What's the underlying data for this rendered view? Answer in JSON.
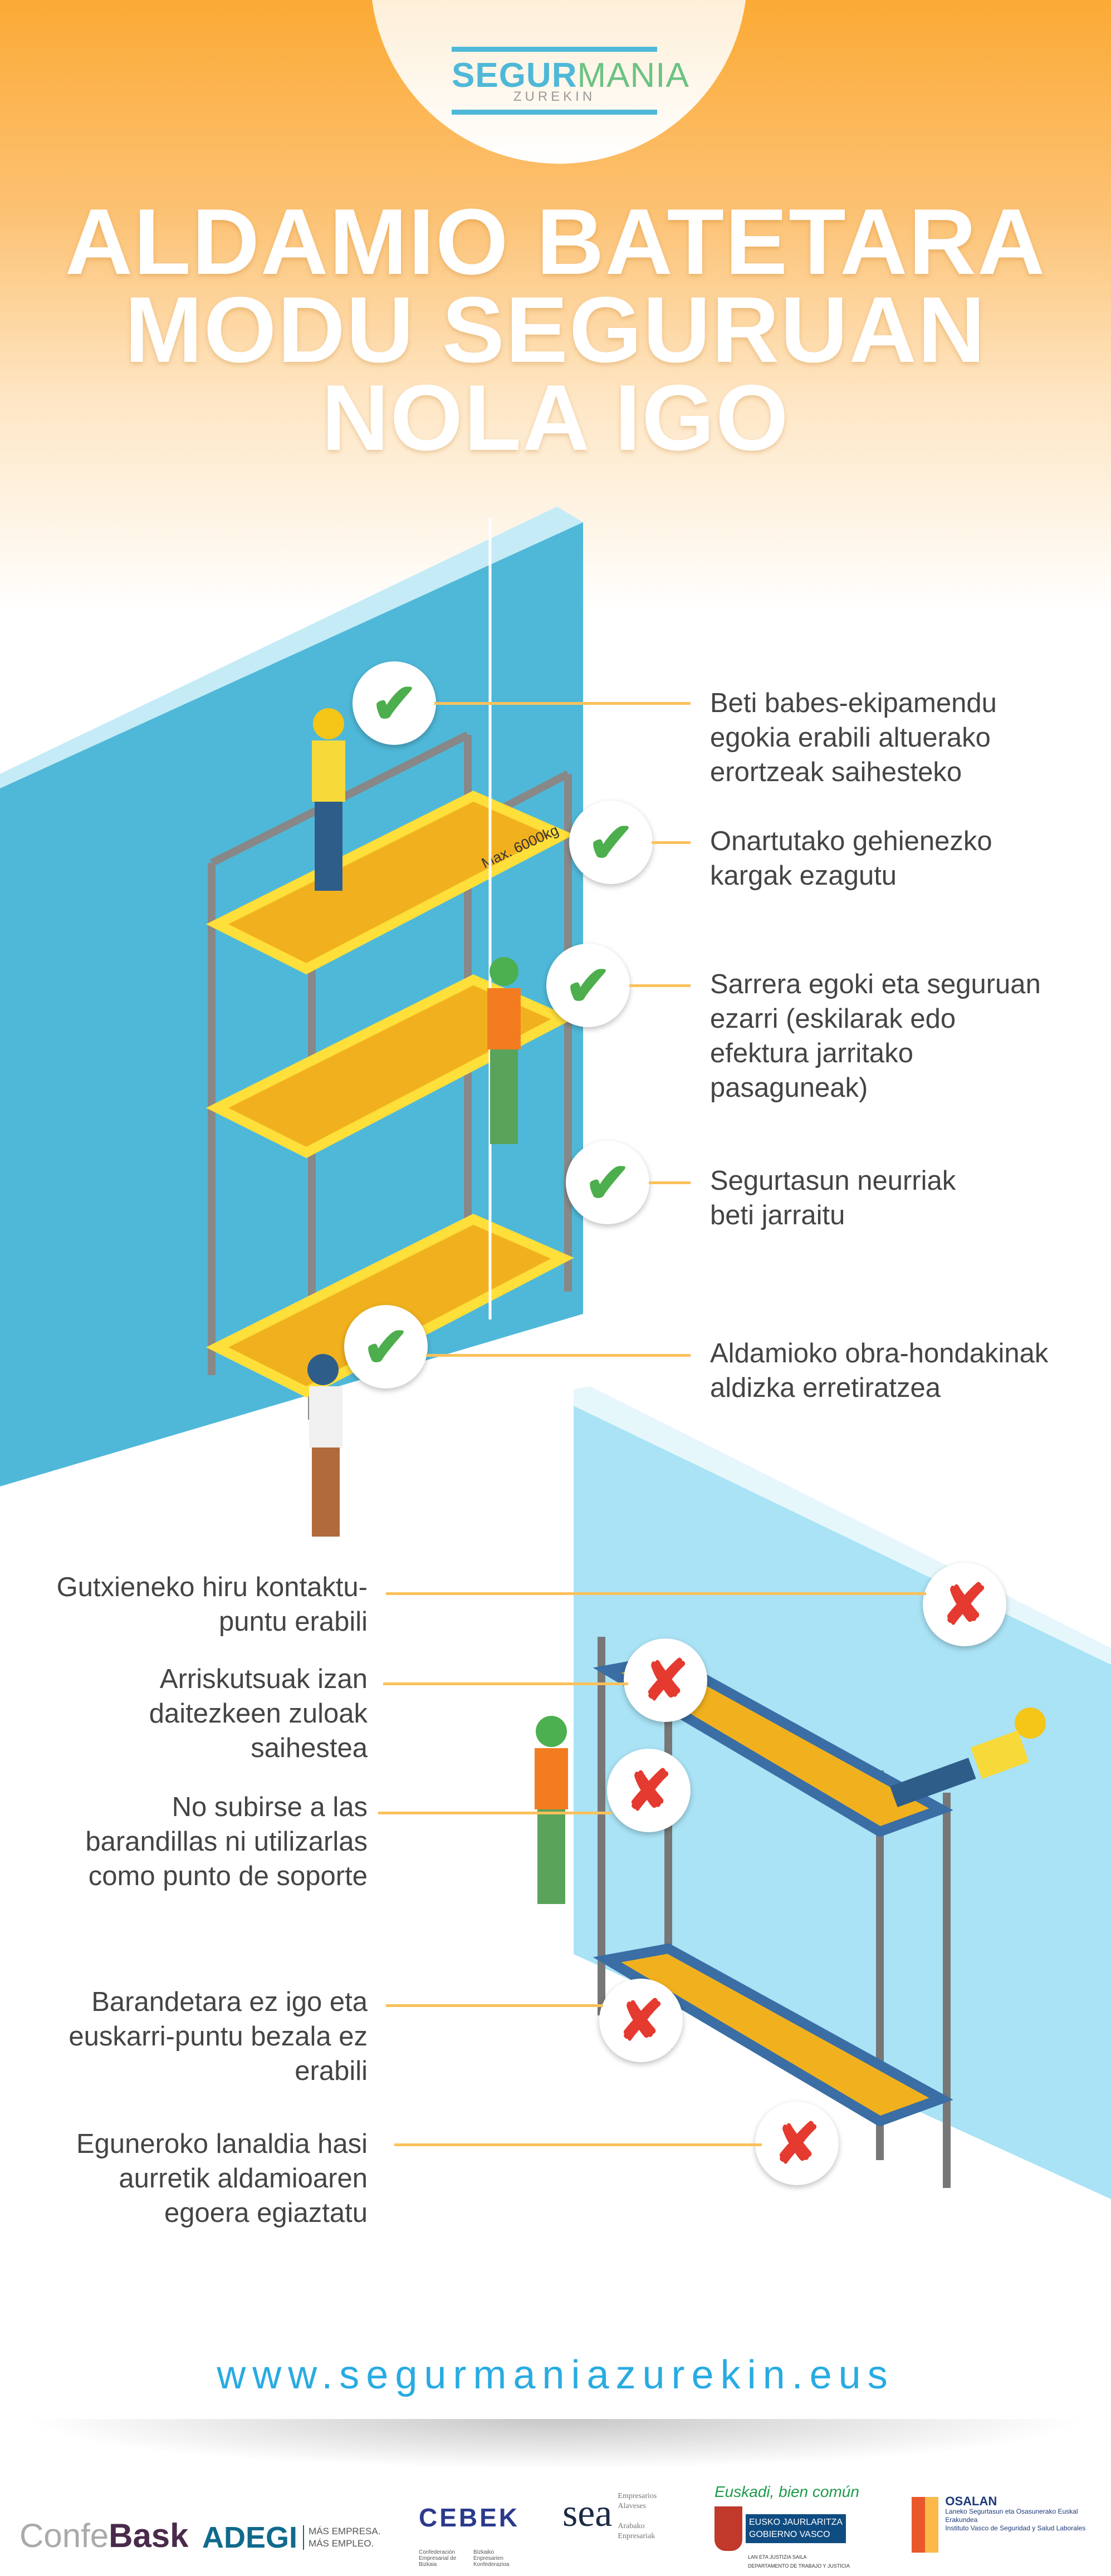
{
  "logo": {
    "brand_a": "SEGUR",
    "brand_b": "MANIA",
    "sub": "ZUREKIN"
  },
  "title": {
    "line1": "ALDAMIO BATETARA",
    "line2": "MODU SEGURUAN",
    "line3": "NOLA IGO"
  },
  "scaffold_label": "Max. 6000kg",
  "do_tips": [
    "Beti babes-ekipamendu egokia erabili altuerako erortzeak saihesteko",
    "Onartutako gehienezko kargak ezagutu",
    "Sarrera egoki eta seguruan ezarri (eskilarak edo efektura jarritako pasaguneak)",
    "Segurtasun neurriak beti jarraitu",
    "Aldamioko obra-hondakinak aldizka erretiratzea"
  ],
  "dont_tips": [
    "Gutxieneko hiru kontaktu-puntu erabili",
    "Arriskutsuak izan daitezkeen zuloak saihestea",
    "No subirse a las barandillas ni utilizarlas como punto de soporte",
    "Barandetara ez igo eta euskarri-puntu bezala ez erabili",
    "Eguneroko lanaldia hasi aurretik aldamioaren egoera egiaztatu"
  ],
  "url": "www.segurmaniazurekin.eus",
  "sponsors": {
    "confebask_a": "Confe",
    "confebask_b": "Bask",
    "adegi": "ADEGI",
    "adegi_tag1": "MÁS EMPRESA.",
    "adegi_tag2": "MÁS EMPLEO.",
    "cebek": "CEBEK",
    "cebek_sub1": "Confederación Empresarial de Bizkaia",
    "cebek_sub2": "Bizkaiko Enpresarien Konfederazioa",
    "sea": "sea",
    "sea_sub1": "Empresarios Alaveses",
    "sea_sub2": "Arabako Enpresariak",
    "euskadi": "Euskadi, bien común",
    "gov1": "EUSKO JAURLARITZA",
    "gov2": "GOBIERNO VASCO",
    "gov_dept1": "LAN ETA JUSTIZIA SAILA",
    "gov_dept2": "DEPARTAMENTO DE TRABAJO Y JUSTICIA",
    "osalan": "OSALAN",
    "osalan_sub1": "Laneko Segurtasun eta Osasunerako Euskal Erakundea",
    "osalan_sub2": "Instituto Vasco de Seguridad y Salud Laborales"
  },
  "colors": {
    "orange": "#fbaa35",
    "blue": "#4fb8d8",
    "green": "#4cae4c",
    "red": "#e43a2f",
    "lead": "#fbc15a"
  }
}
